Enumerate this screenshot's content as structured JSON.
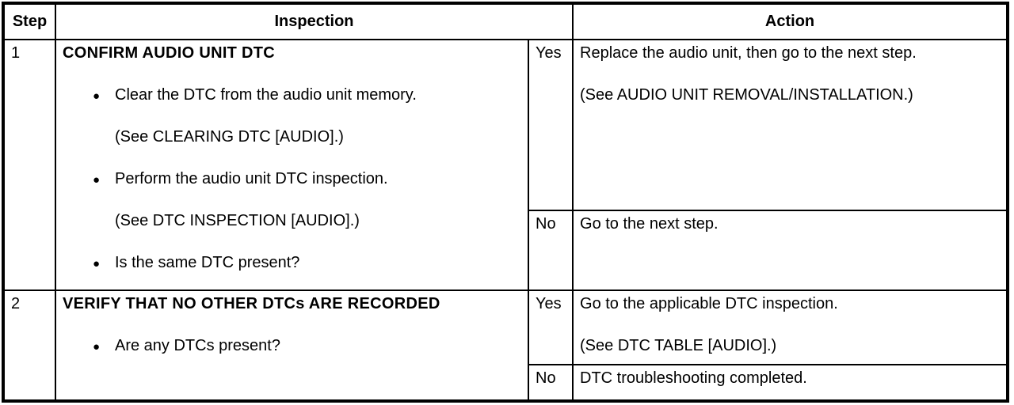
{
  "colors": {
    "border": "#000000",
    "background": "#ffffff",
    "text": "#000000"
  },
  "icons": {
    "bullet": "●"
  },
  "table": {
    "headers": {
      "step": "Step",
      "inspection": "Inspection",
      "action": "Action"
    },
    "rows": [
      {
        "step": "1",
        "title": "CONFIRM AUDIO UNIT DTC",
        "items": [
          {
            "text": "Clear the DTC from the audio unit memory."
          },
          {
            "text": "(See CLEARING DTC [AUDIO].)"
          },
          {
            "text": "Perform the audio unit DTC inspection."
          },
          {
            "text": "(See DTC INSPECTION [AUDIO].)"
          },
          {
            "text": "Is the same DTC present?"
          }
        ],
        "yes": {
          "label": "Yes",
          "lines": [
            "Replace the audio unit, then go to the next step.",
            "(See AUDIO UNIT REMOVAL/INSTALLATION.)"
          ]
        },
        "no": {
          "label": "No",
          "lines": [
            "Go to the next step."
          ]
        }
      },
      {
        "step": "2",
        "title": "VERIFY THAT NO OTHER DTCs ARE RECORDED",
        "items": [
          {
            "text": "Are any DTCs present?"
          }
        ],
        "yes": {
          "label": "Yes",
          "lines": [
            "Go to the applicable DTC inspection.",
            "(See DTC TABLE [AUDIO].)"
          ]
        },
        "no": {
          "label": "No",
          "lines": [
            "DTC troubleshooting completed."
          ]
        }
      }
    ]
  }
}
